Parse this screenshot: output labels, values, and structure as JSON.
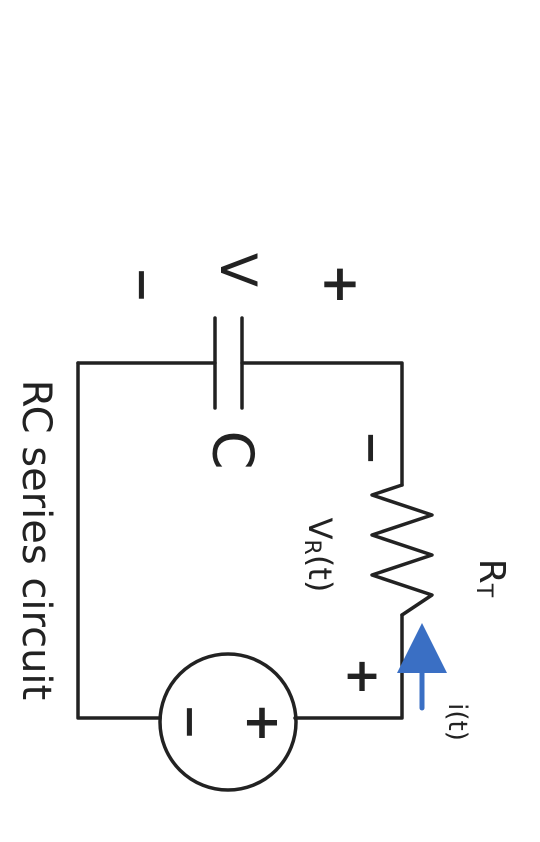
{
  "title": "RC series circuit",
  "components": {
    "source": {
      "minus": "−",
      "plus": "+"
    },
    "capacitor": {
      "name": "C",
      "voltage": "V",
      "plus": "+",
      "minus": "−"
    },
    "resistor": {
      "name": "R",
      "subscript": "T",
      "plus": "+",
      "minus": "−"
    },
    "resistor_voltage": {
      "main": "V",
      "subscript": "R",
      "suffix": "(t)"
    },
    "current": {
      "label": "i(t)"
    }
  },
  "colors": {
    "wire": "#222222",
    "positive": "#e0251c",
    "negative": "#222222",
    "current_arrow": "#3a6fc4"
  },
  "icons": {
    "current_arrow": "arrow-icon"
  }
}
